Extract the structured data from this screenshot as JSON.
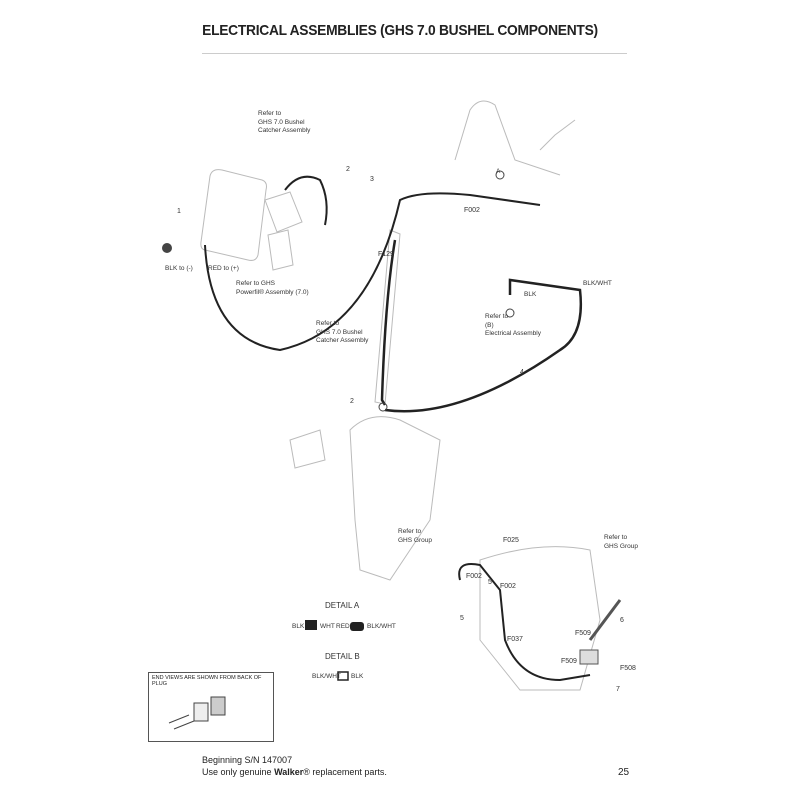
{
  "title": "ELECTRICAL ASSEMBLIES (GHS 7.0 BUSHEL COMPONENTS)",
  "labels": {
    "refer_catcher_top": "Refer to\nGHS 7.0 Bushel\nCatcher Assembly",
    "refer_powerfil": "Refer to GHS\nPowerfil® Assembly (7.0)",
    "refer_catcher_mid": "Refer to\nGHS 7.0 Bushel\nCatcher Assembly",
    "refer_electrical": "Refer to\n(B)\nElectrical Assembly",
    "refer_ghs_group_1": "Refer to\nGHS Group",
    "refer_ghs_group_2": "Refer to\nGHS Group",
    "blk_to_neg": "BLK to (-)",
    "red_to_pos": "RED to (+)",
    "blk_wht": "BLK/WHT",
    "blk": "BLK",
    "callout_a": "A",
    "callout_b": "B"
  },
  "callouts": {
    "n1": "1",
    "n2a": "2",
    "n3": "3",
    "n2b": "2",
    "n4": "4",
    "n5a": "5",
    "n5b": "5",
    "n6": "6",
    "n7": "7",
    "f002a": "F002",
    "f129": "F129",
    "f025": "F025",
    "f002b": "F002",
    "f002c": "F002",
    "f037": "F037",
    "f509a": "F509",
    "f509b": "F509",
    "f508": "F508"
  },
  "detail_a": {
    "title": "DETAIL A",
    "blk": "BLK",
    "wht": "WHT",
    "red": "RED",
    "blkwht": "BLK/WHT"
  },
  "detail_b": {
    "title": "DETAIL B",
    "blkwht": "BLK/WHT",
    "blk": "BLK"
  },
  "end_view_note": "END VIEWS ARE SHOWN FROM BACK OF PLUG",
  "footer": {
    "serial": "Beginning S/N 147007",
    "note_pre": "Use only genuine ",
    "brand": "Walker",
    "note_post": "® replacement parts.",
    "page": "25"
  }
}
